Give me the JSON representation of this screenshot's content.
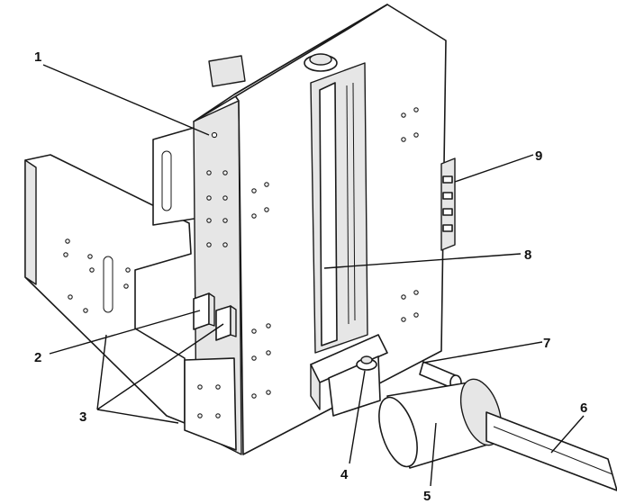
{
  "callouts": [
    {
      "id": "1",
      "label": "1"
    },
    {
      "id": "2",
      "label": "2"
    },
    {
      "id": "3",
      "label": "3"
    },
    {
      "id": "4",
      "label": "4"
    },
    {
      "id": "5",
      "label": "5"
    },
    {
      "id": "6",
      "label": "6"
    },
    {
      "id": "7",
      "label": "7"
    },
    {
      "id": "8",
      "label": "8"
    },
    {
      "id": "9",
      "label": "9"
    }
  ],
  "colors": {
    "line": "#1a1a1a",
    "background": "#ffffff",
    "shade": "#e6e6e6"
  }
}
